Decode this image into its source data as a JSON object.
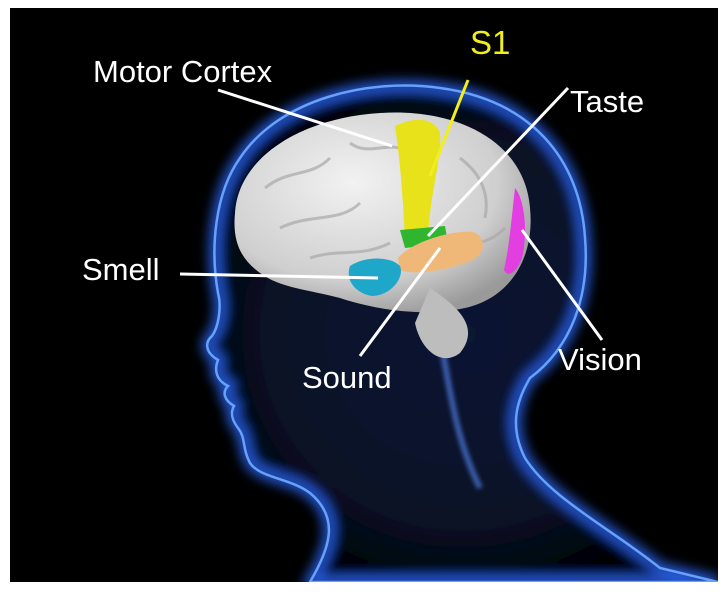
{
  "labels": {
    "s1": "S1",
    "motor_cortex": "Motor Cortex",
    "taste": "Taste",
    "smell": "Smell",
    "sound": "Sound",
    "vision": "Vision"
  },
  "colors": {
    "background": "#000000",
    "head_glow": "#3a7bff",
    "brain": "#dcdcdc",
    "s1_region": "#e8e21a",
    "taste_region": "#2fb52f",
    "sound_region": "#f0b878",
    "smell_region": "#1fa7c9",
    "vision_region": "#e23ee0",
    "leader_line": "#ffffff",
    "s1_line": "#f2ee1c"
  }
}
